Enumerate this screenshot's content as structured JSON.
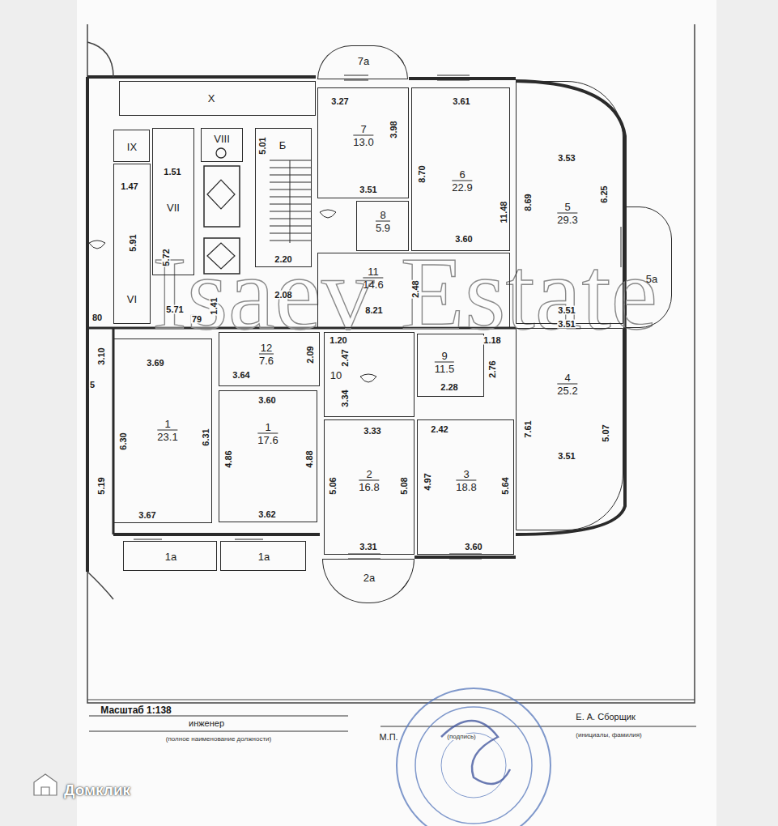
{
  "diagram": {
    "nodes": [
      {
        "text": [
          "7а"
        ]
      },
      {
        "text": [
          "X"
        ]
      },
      {
        "text": [
          "IX"
        ]
      },
      {
        "text": [
          "VIII"
        ]
      },
      {
        "text": [
          "Б"
        ]
      },
      {
        "text": [
          "7",
          "13.0"
        ]
      },
      {
        "text": [
          "6",
          "22.9"
        ]
      },
      {
        "text": [
          "5",
          "29.3"
        ]
      },
      {
        "text": [
          "VII"
        ]
      },
      {
        "text": [
          "8",
          "5.9"
        ]
      },
      {
        "text": [
          "VI"
        ]
      },
      {
        "text": [
          "11",
          "14.6"
        ]
      },
      {
        "text": [
          "5а"
        ]
      },
      {
        "text": [
          "12",
          "7.6"
        ]
      },
      {
        "text": [
          "10"
        ]
      },
      {
        "text": [
          "9",
          "11.5"
        ]
      },
      {
        "text": [
          "1",
          "23.1"
        ]
      },
      {
        "text": [
          "1",
          "17.6"
        ]
      },
      {
        "text": [
          "2",
          "16.8"
        ]
      },
      {
        "text": [
          "3",
          "18.8"
        ]
      },
      {
        "text": [
          "4",
          "25.2"
        ]
      },
      {
        "text": [
          "1а"
        ]
      },
      {
        "text": [
          "1а"
        ]
      },
      {
        "text": [
          "2а"
        ]
      }
    ],
    "labels": [
      "3.27",
      "3.98",
      "3.51",
      "3.61",
      "8.70",
      "3.60",
      "11.48",
      "3.53",
      "8.69",
      "6.25",
      "3.51",
      "3.51",
      "2.48",
      "8.21",
      "2.08",
      "5.01",
      "2.20",
      "1.51",
      "1.47",
      "5.91",
      "5.72",
      "5.71",
      "1.41",
      "79",
      "80",
      "1.20",
      "2.47",
      "3.34",
      "1.18",
      "2.76",
      "2.28",
      "7.61",
      "5.07",
      "3.51",
      "3.69",
      "6.30",
      "6.31",
      "3.67",
      "3.10",
      "5.19",
      "5",
      "3.64",
      "2.09",
      "3.60",
      "4.86",
      "4.88",
      "3.62",
      "3.33",
      "5.06",
      "5.08",
      "3.31",
      "2.42",
      "4.97",
      "5.64",
      "3.60",
      "Isaev Estate",
      "Масштаб 1:138",
      "инженер",
      "(полное наименование должности)",
      "М.П.",
      "(подпись)",
      "Е. А. Сборщик",
      "(инициалы, фамилия)",
      "Домклик"
    ]
  }
}
